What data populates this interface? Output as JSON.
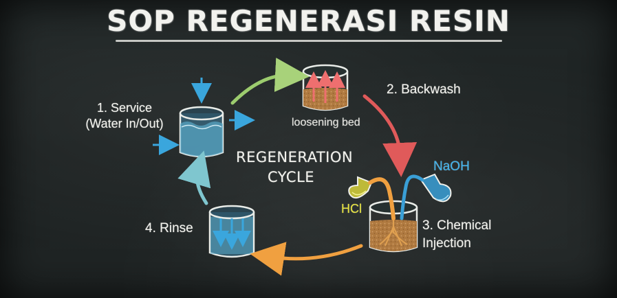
{
  "title": "SOP REGENERASI RESIN",
  "center": {
    "line1": "REGENERATION",
    "line2": "CYCLE"
  },
  "steps": {
    "service": {
      "line1": "1. Service",
      "line2": "(Water In/Out)"
    },
    "backwash": {
      "label": "2. Backwash",
      "note": "loosening bed"
    },
    "chemical": {
      "line1": "3. Chemical",
      "line2": "Injection"
    },
    "rinse": {
      "label": "4. Rinse"
    }
  },
  "chemicals": {
    "acid": "HCl",
    "base": "NaOH"
  },
  "colors": {
    "water": "#5aa9c9",
    "resin": "#b07a40",
    "arrow_service_in": "#3aa6dd",
    "arrow_green": "#9ccc6e",
    "arrow_red": "#e05a5a",
    "arrow_orange": "#f0a040",
    "acid_yellow": "#e8e43a",
    "base_blue": "#3fb3ee"
  }
}
